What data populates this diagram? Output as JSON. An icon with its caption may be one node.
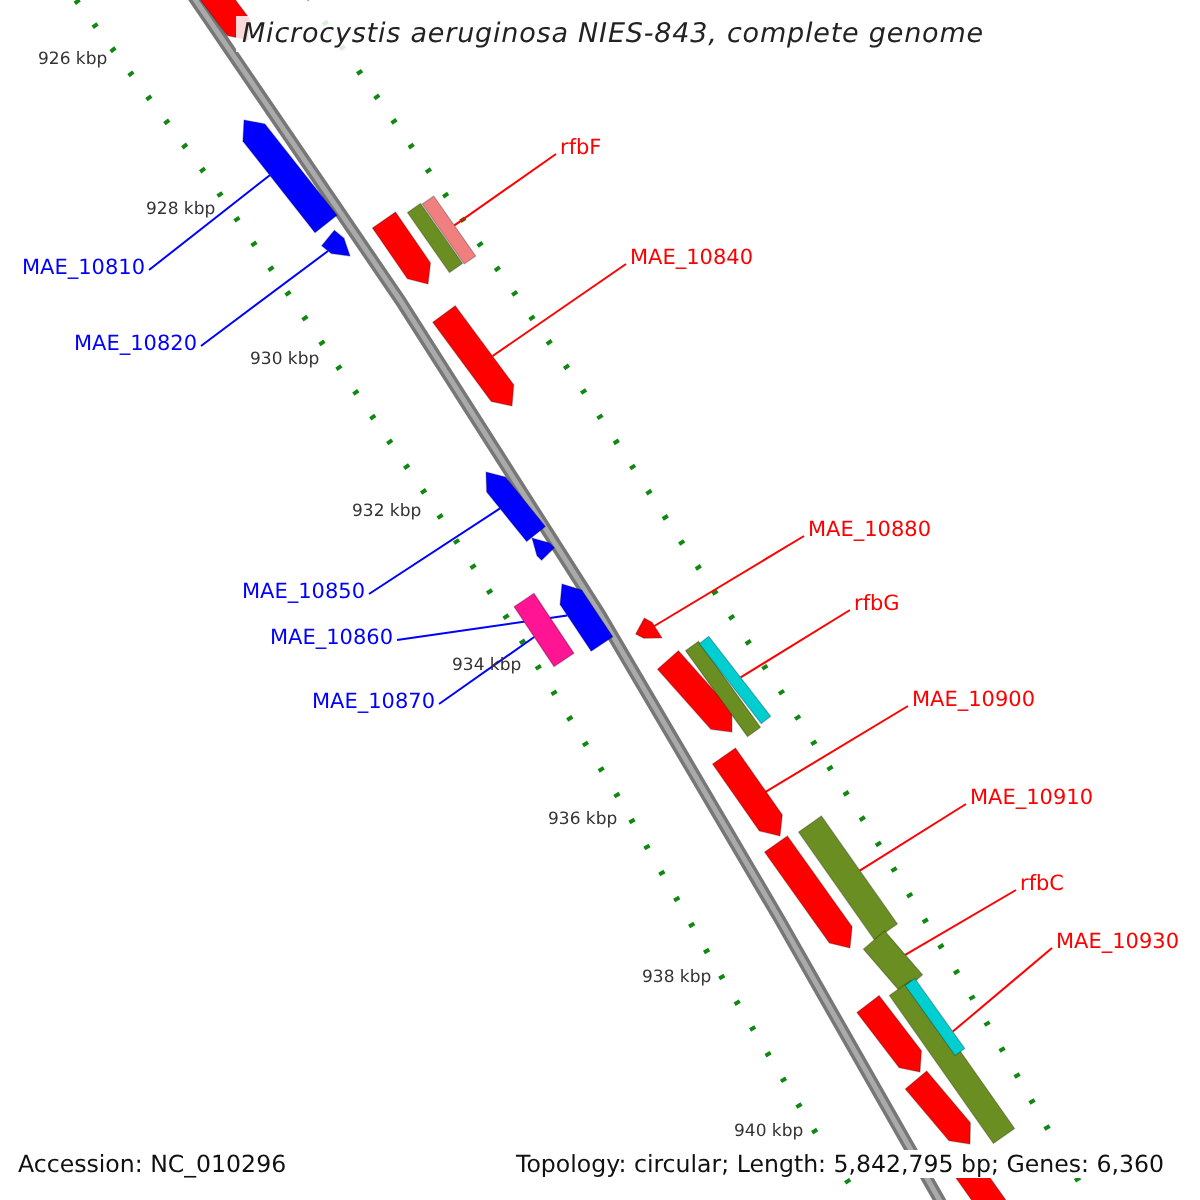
{
  "diagram": {
    "title": "Microcystis aeruginosa NIES-843, complete genome",
    "nodes": [
      {
        "text": [
          "rfbF"
        ]
      },
      {
        "text": [
          "MAE_10840"
        ]
      },
      {
        "text": [
          "MAE_10810"
        ]
      },
      {
        "text": [
          "MAE_10820"
        ]
      },
      {
        "text": [
          "MAE_10850"
        ]
      },
      {
        "text": [
          "MAE_10860"
        ]
      },
      {
        "text": [
          "MAE_10870"
        ]
      },
      {
        "text": [
          "MAE_10880"
        ]
      },
      {
        "text": [
          "rfbG"
        ]
      },
      {
        "text": [
          "MAE_10900"
        ]
      },
      {
        "text": [
          "MAE_10910"
        ]
      },
      {
        "text": [
          "rfbC"
        ]
      },
      {
        "text": [
          "MAE_10930"
        ]
      },
      {
        "text": [],
        "shape": "bar"
      },
      {
        "text": [],
        "shape": "bar"
      },
      {
        "text": [],
        "shape": "bar"
      },
      {
        "text": [],
        "shape": "bar"
      },
      {
        "text": [],
        "shape": "bar"
      },
      {
        "text": [],
        "shape": "bar"
      },
      {
        "text": [],
        "shape": "bar"
      },
      {
        "text": [],
        "shape": "bar"
      },
      {
        "text": [],
        "shape": "bar"
      },
      {
        "text": [],
        "shape": "bar"
      },
      {
        "text": [],
        "shape": "bar"
      },
      {
        "text": [],
        "shape": "bar"
      },
      {
        "text": [],
        "shape": "bar"
      }
    ],
    "edges": [
      {
        "from": 0,
        "to": 13,
        "arrow": "none"
      },
      {
        "from": 1,
        "to": 14,
        "arrow": "none"
      },
      {
        "from": 2,
        "to": 15,
        "arrow": "none",
        "color": "#0000ff"
      },
      {
        "from": 3,
        "to": 16,
        "arrow": "none",
        "color": "#0000ff"
      },
      {
        "from": 4,
        "to": 17,
        "arrow": "none",
        "color": "#0000ff"
      },
      {
        "from": 5,
        "to": 18,
        "arrow": "none",
        "color": "#0000ff"
      },
      {
        "from": 6,
        "to": 19,
        "arrow": "none",
        "color": "#0000ff"
      },
      {
        "from": 7,
        "to": 20,
        "arrow": "none"
      },
      {
        "from": 8,
        "to": 21,
        "arrow": "none"
      },
      {
        "from": 9,
        "to": 22,
        "arrow": "none"
      },
      {
        "from": 10,
        "to": 23,
        "arrow": "none"
      },
      {
        "from": 11,
        "to": 24,
        "arrow": "none"
      },
      {
        "from": 12,
        "to": 25,
        "arrow": "none"
      }
    ],
    "labels": [
      "926 kbp",
      "928 kbp",
      "930 kbp",
      "932 kbp",
      "934 kbp",
      "936 kbp",
      "938 kbp",
      "940 kbp",
      "Accession: NC_010296",
      "Topology: circular; Length: 5,842,795 bp; Genes: 6,360"
    ]
  }
}
